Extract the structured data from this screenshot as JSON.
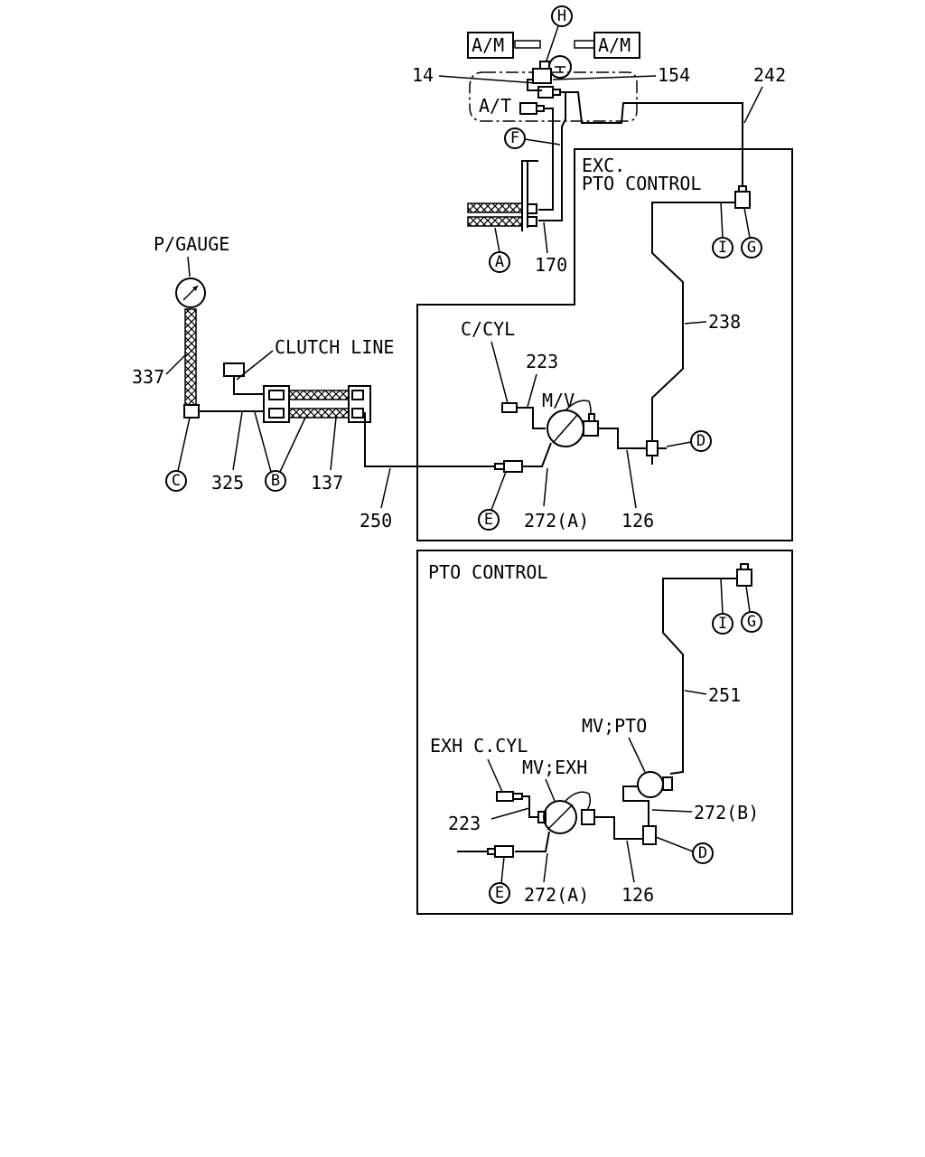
{
  "colors": {
    "line": "#000000",
    "background": "#ffffff"
  },
  "labels": {
    "am_left": "A/M",
    "am_right": "A/M",
    "at": "A/T",
    "p_gauge": "P/GAUGE",
    "clutch_line": "CLUTCH LINE",
    "c_cyl": "C/CYL",
    "mv": "M/V",
    "exc_line1": "EXC.",
    "exc_line2": "PTO CONTROL",
    "pto_control": "PTO CONTROL",
    "exh_c_cyl": "EXH C.CYL",
    "mv_exh": "MV;EXH",
    "mv_pto": "MV;PTO"
  },
  "part_numbers": {
    "p14": "14",
    "p154": "154",
    "p242": "242",
    "p170": "170",
    "p238": "238",
    "p337": "337",
    "p325": "325",
    "p137": "137",
    "p250": "250",
    "p223_top": "223",
    "p272a_top": "272(A)",
    "p126_top": "126",
    "p251": "251",
    "p223_bottom": "223",
    "p272b": "272(B)",
    "p272a_bottom": "272(A)",
    "p126_bottom": "126"
  },
  "callouts": {
    "A": "A",
    "B": "B",
    "C": "C",
    "D_top": "D",
    "D_bottom": "D",
    "E_top": "E",
    "E_bottom": "E",
    "F": "F",
    "G_top": "G",
    "G_bottom": "G",
    "H": "H",
    "I_top": "I",
    "I_bottom": "I"
  }
}
